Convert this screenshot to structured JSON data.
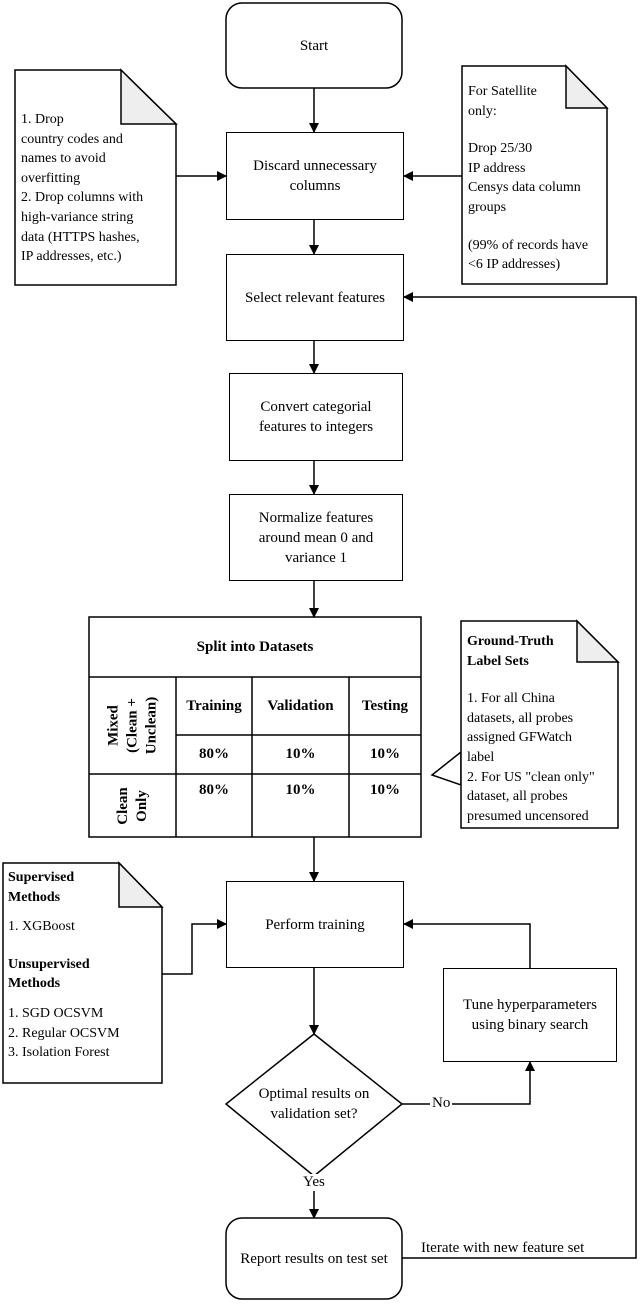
{
  "start": "Start",
  "discard": "Discard unnecessary columns",
  "select": "Select relevant features",
  "convert": "Convert categorial features to integers",
  "normalize": "Normalize features around mean 0 and variance 1",
  "train": "Perform training",
  "tune": "Tune hyperparameters using binary search",
  "decision": "Optimal results on validation set?",
  "report": "Report results on test set",
  "label_no": "No",
  "label_yes": "Yes",
  "label_iterate": "Iterate with new feature set",
  "note_left": {
    "l1": "1. Drop",
    "l2": "country codes and",
    "l3": "names to avoid",
    "l4": "overfitting",
    "l5": "2. Drop columns with",
    "l6": "high-variance string",
    "l7": "data (HTTPS hashes,",
    "l8": "IP addresses, etc.)"
  },
  "note_right": {
    "l1": "For Satellite",
    "l2": "only:",
    "l3": "Drop 25/30",
    "l4": "IP address",
    "l5": "Censys data column",
    "l6": "groups",
    "l7": "(99% of records have",
    "l8": "<6 IP addresses)"
  },
  "note_gt": {
    "title1": "Ground-Truth",
    "title2": "Label Sets",
    "l1": "1. For all China",
    "l2": "datasets, all probes",
    "l3": "assigned GFWatch",
    "l4": "label",
    "l5": "2. For US \"clean only\"",
    "l6": "dataset, all probes",
    "l7": "presumed uncensored"
  },
  "note_methods": {
    "sup1": "Supervised",
    "sup2": "Methods",
    "s1": "1. XGBoost",
    "uns1": "Unsupervised",
    "uns2": "Methods",
    "u1": "1. SGD OCSVM",
    "u2": "2. Regular OCSVM",
    "u3": "3. Isolation Forest"
  },
  "table": {
    "title": "Split into Datasets",
    "col_training": "Training",
    "col_validation": "Validation",
    "col_testing": "Testing",
    "row_mixed_l1": "Mixed",
    "row_mixed_l2": "(Clean +",
    "row_mixed_l3": "Unclean)",
    "row_clean_l1": "Clean",
    "row_clean_l2": "Only",
    "mixed_training": "80%",
    "mixed_validation": "10%",
    "mixed_testing": "10%",
    "clean_training": "80%",
    "clean_validation": "10%",
    "clean_testing": "10%"
  }
}
